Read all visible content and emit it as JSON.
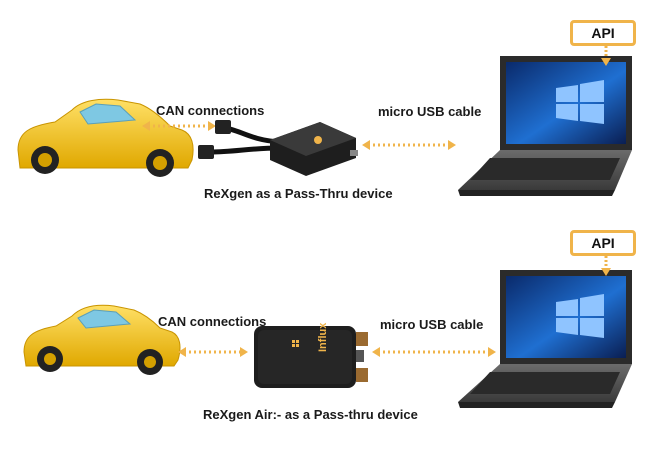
{
  "colors": {
    "accent": "#f0b44a",
    "car": "#f5c518",
    "device": "#1e1e1e"
  },
  "top": {
    "can_label": "CAN connections",
    "usb_label": "micro USB cable",
    "device_caption": "ReXgen as a Pass-Thru device",
    "api_label": "API"
  },
  "bottom": {
    "can_label": "CAN connections",
    "usb_label": "micro USB cable",
    "device_caption": "ReXgen Air:-  as a Pass-thru device",
    "api_label": "API",
    "device_brand": "Influx"
  }
}
